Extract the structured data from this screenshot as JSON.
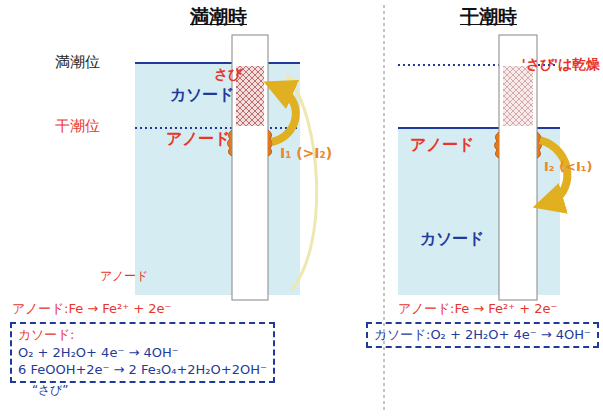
{
  "diagram": {
    "nodes": [
      {
        "text": [
          "カソード:",
          "O₂ + 2H₂O+ 4e⁻ → 4OH⁻",
          "6 FeOOH+2e⁻ → 2 Fe₃O₄+2H₂O+2OH⁻"
        ]
      },
      {
        "text": [
          "カソード:O₂ + 2H₂O+ 4e⁻ → 4OH⁻"
        ]
      }
    ],
    "edges": [],
    "labels": [
      "満潮時",
      "干潮時",
      "満潮位",
      "干潮位",
      "さび",
      "カソード",
      "アノード",
      "I₁ (>I₂)",
      "アノード",
      "'さび'は乾燥",
      "アノード",
      "カソード",
      "I₂ (<I₁)",
      "アノード:Fe → Fe²⁺ + 2e⁻",
      "アノード:Fe → Fe²⁺ + 2e⁻",
      "“さび”"
    ]
  }
}
